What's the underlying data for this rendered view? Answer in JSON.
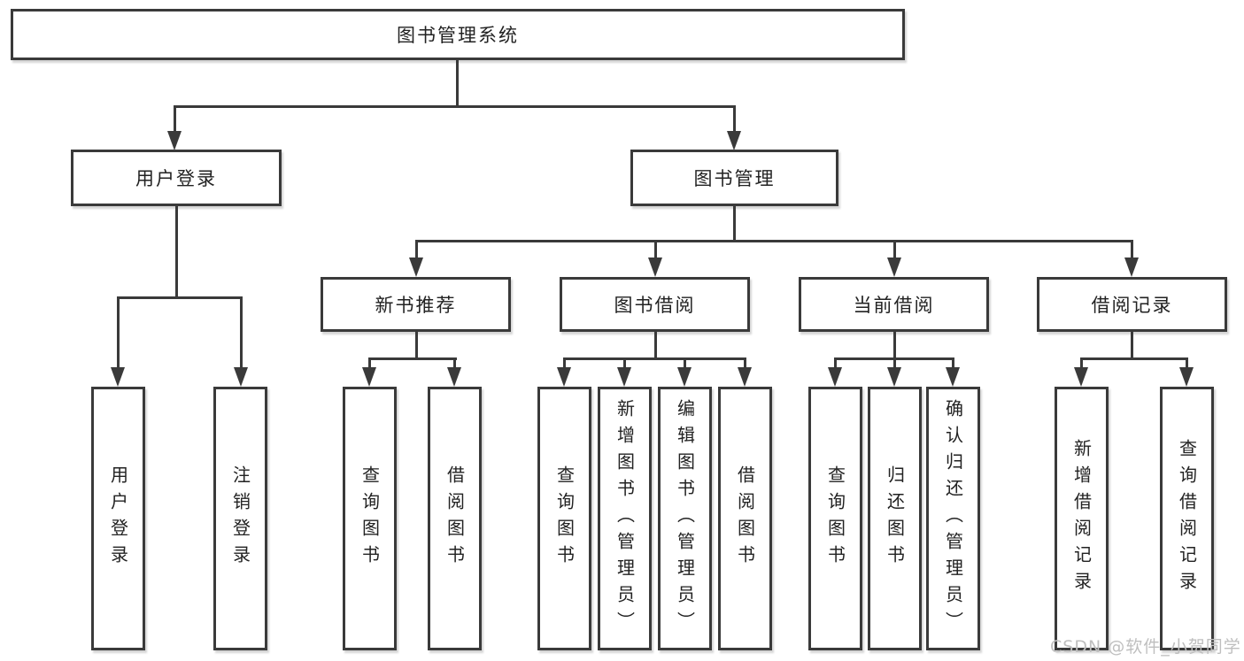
{
  "tree": {
    "root": {
      "label": "图书管理系统",
      "children": [
        {
          "label": "用户登录",
          "children": [
            {
              "label": "用户登录"
            },
            {
              "label": "注销登录"
            }
          ]
        },
        {
          "label": "图书管理",
          "children": [
            {
              "label": "新书推荐",
              "children": [
                {
                  "label": "查询图书"
                },
                {
                  "label": "借阅图书"
                }
              ]
            },
            {
              "label": "图书借阅",
              "children": [
                {
                  "label": "查询图书"
                },
                {
                  "label": "新增图书（管理员）"
                },
                {
                  "label": "编辑图书（管理员）"
                },
                {
                  "label": "借阅图书"
                }
              ]
            },
            {
              "label": "当前借阅",
              "children": [
                {
                  "label": "查询图书"
                },
                {
                  "label": "归还图书"
                },
                {
                  "label": "确认归还（管理员）"
                }
              ]
            },
            {
              "label": "借阅记录",
              "children": [
                {
                  "label": "新增借阅记录"
                },
                {
                  "label": "查询借阅记录"
                }
              ]
            }
          ]
        }
      ]
    }
  },
  "watermark": {
    "text": "CSDN @软件_小贺同学",
    "color": "#bfbfbf"
  },
  "colors": {
    "line": "#3a3a3a",
    "box_border": "#3a3a3a",
    "box_fill": "#ffffff",
    "background": "#ffffff",
    "text": "#222222"
  }
}
